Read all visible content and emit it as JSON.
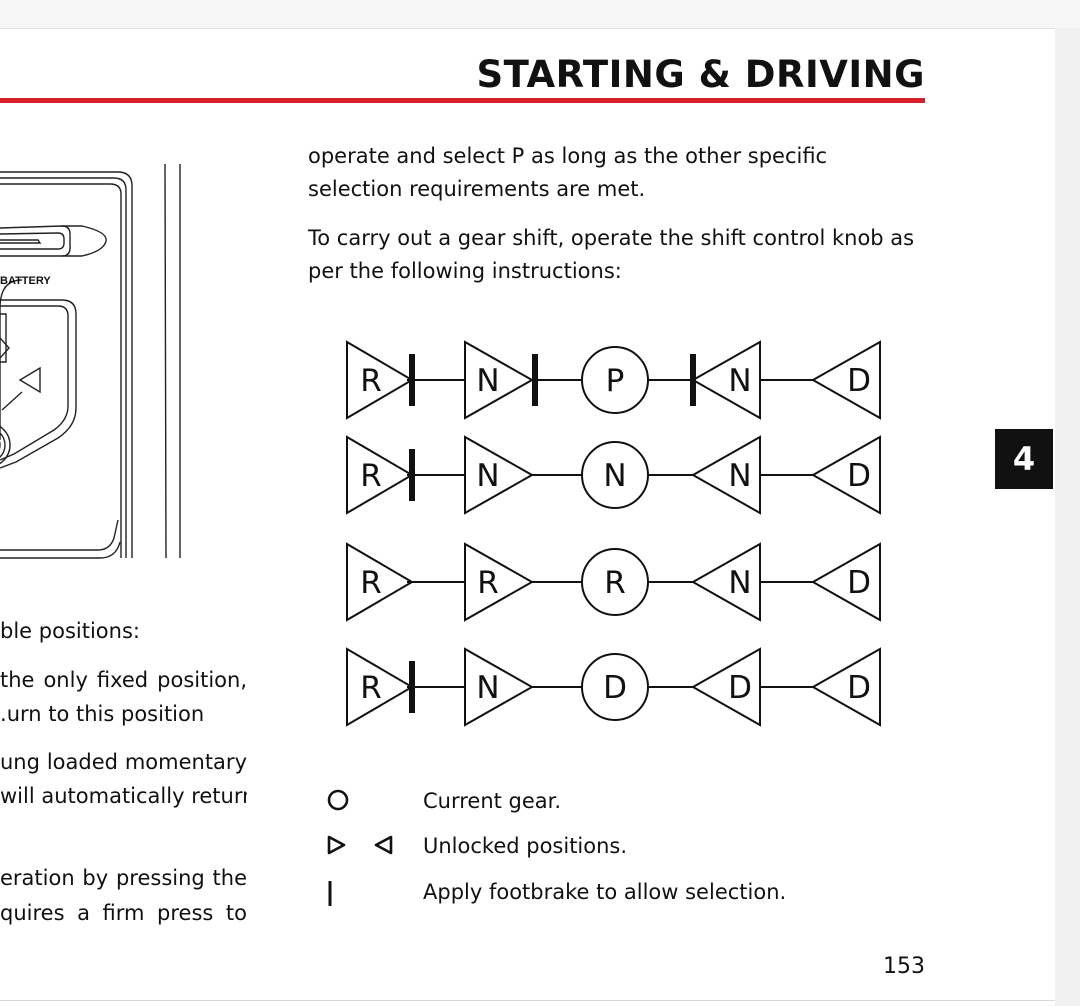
{
  "header": {
    "title": "STARTING & DRIVING"
  },
  "illustration": {
    "label": "BATTERY"
  },
  "left_column": {
    "lines": [
      "ble positions:",
      "the only fixed position,",
      "urn to this position.",
      "ung loaded momentary",
      "will automatically return",
      "eration by pressing the",
      "quires a firm press to"
    ]
  },
  "right_column": {
    "paragraphs": [
      "operate and select P as long as the other specific selection requirements are met.",
      "To carry out a gear shift, operate the shift control knob as per the following instructions:"
    ]
  },
  "gear_diagram": {
    "rows": [
      {
        "r": "R",
        "n1": "N",
        "current": "P",
        "n2": "N",
        "d": "D"
      },
      {
        "r": "R",
        "n1": "N",
        "current": "N",
        "n2": "N",
        "d": "D"
      },
      {
        "r": "R",
        "n1": "R",
        "current": "R",
        "n2": "N",
        "d": "D"
      },
      {
        "r": "R",
        "n1": "N",
        "current": "D",
        "n2": "D",
        "d": "D"
      }
    ]
  },
  "legend": {
    "current": "Current gear.",
    "unlocked": "Unlocked positions.",
    "footbrake": "Apply footbrake to allow selection."
  },
  "section_tab": "4",
  "page_number": "153"
}
